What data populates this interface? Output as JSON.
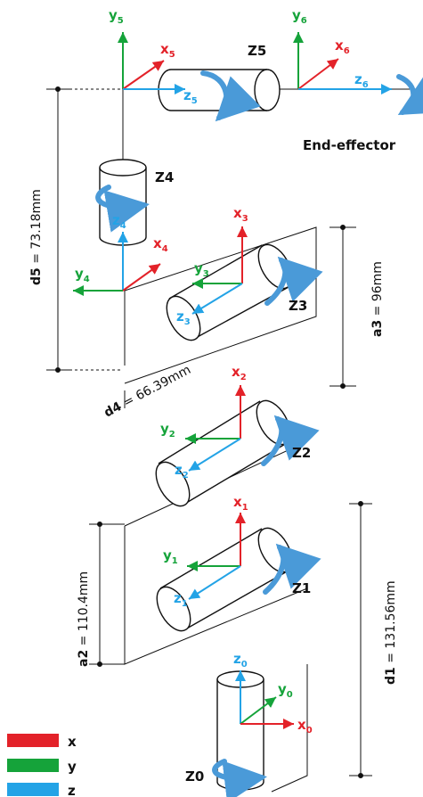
{
  "colors": {
    "x": "#e32229",
    "y": "#15a33a",
    "z": "#23a3e6",
    "outline": "#111111"
  },
  "frames": [
    {
      "id": "0",
      "x": "x",
      "y": "y",
      "z": "z",
      "sub": "0"
    },
    {
      "id": "1",
      "x": "x",
      "y": "y",
      "z": "z",
      "sub": "1"
    },
    {
      "id": "2",
      "x": "x",
      "y": "y",
      "z": "z",
      "sub": "2"
    },
    {
      "id": "3",
      "x": "x",
      "y": "y",
      "z": "z",
      "sub": "3"
    },
    {
      "id": "4",
      "x": "x",
      "y": "y",
      "z": "z",
      "sub": "4"
    },
    {
      "id": "5",
      "x": "x",
      "y": "y",
      "z": "z",
      "sub": "5"
    },
    {
      "id": "6",
      "x": "x",
      "y": "y",
      "z": "z",
      "sub": "6"
    }
  ],
  "joints": [
    "Z0",
    "Z1",
    "Z2",
    "Z3",
    "Z4",
    "Z5"
  ],
  "end_effector": "End-effector",
  "dimensions": {
    "d1": {
      "name": "d1",
      "value": " = 131.56mm"
    },
    "a2": {
      "name": "a2",
      "value": " = 110.4mm"
    },
    "a3": {
      "name": "a3",
      "value": " = 96mm"
    },
    "d4": {
      "name": "d4",
      "value": " = 66.39mm"
    },
    "d5": {
      "name": "d5",
      "value": " = 73.18mm"
    }
  },
  "legend": [
    {
      "label": "x",
      "color": "#e32229"
    },
    {
      "label": "y",
      "color": "#15a33a"
    },
    {
      "label": "z",
      "color": "#23a3e6"
    }
  ]
}
